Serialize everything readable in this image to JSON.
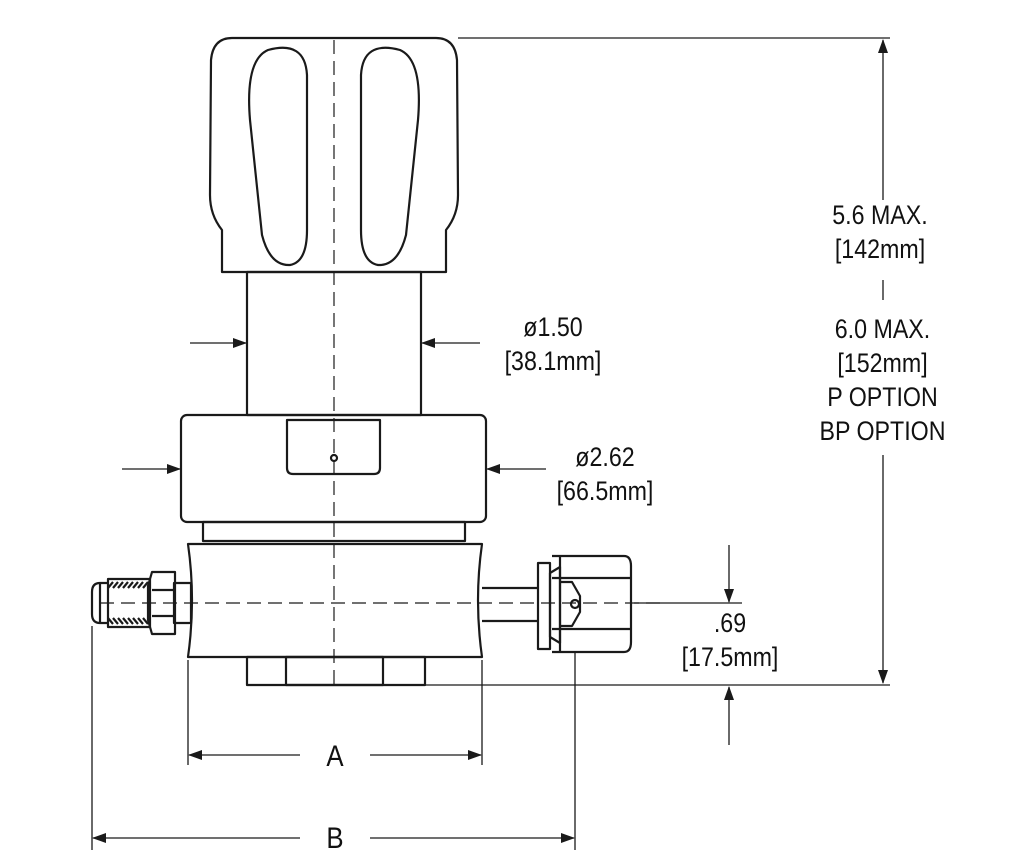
{
  "diagram": {
    "height_label": {
      "line1": "5.6 MAX.",
      "line2": "[142mm]"
    },
    "option_label": {
      "line1": "6.0 MAX.",
      "line2": "[152mm]",
      "line3": "P OPTION",
      "line4": "BP OPTION"
    },
    "bonnet_diameter": {
      "line1": "ø1.50",
      "line2": "[38.1mm]"
    },
    "body_diameter": {
      "line1": "ø2.62",
      "line2": "[66.5mm]"
    },
    "port_height": {
      "line1": ".69",
      "line2": "[17.5mm]"
    },
    "dim_a": "A",
    "dim_b": "B",
    "colors": {
      "line": "#1a1a1a",
      "background": "#ffffff"
    }
  }
}
